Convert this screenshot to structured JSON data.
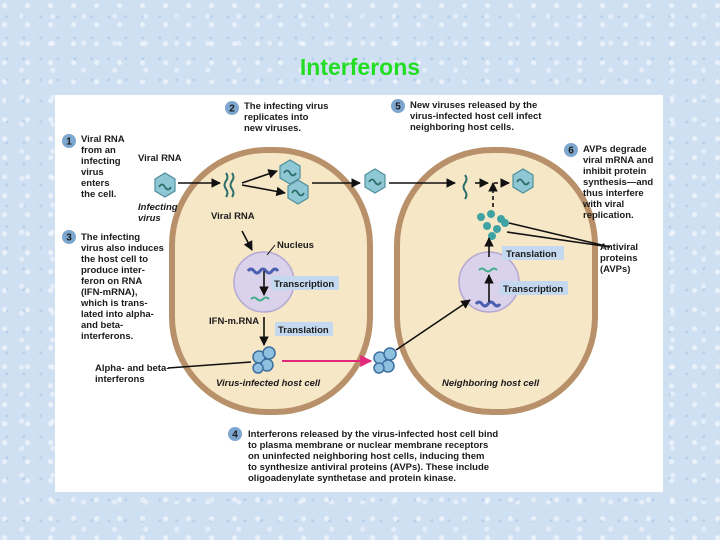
{
  "title": "Interferons",
  "step_numbers": [
    "1",
    "2",
    "3",
    "4",
    "5",
    "6"
  ],
  "step1": [
    "Viral RNA",
    "from an",
    "infecting",
    "virus",
    "enters",
    "the cell."
  ],
  "step2": [
    "The infecting virus",
    "replicates into",
    "new viruses."
  ],
  "step3": [
    "The infecting",
    "virus also induces",
    "the host  cell to",
    "produce inter-",
    "feron on RNA",
    "(IFN-mRNA),",
    "which is trans-",
    "lated into alpha-",
    "and beta-",
    "interferons."
  ],
  "step4": [
    "Interferons released by the virus-infected host cell bind",
    "to plasma membrane or nuclear membrane receptors",
    "on uninfected neighboring host cells, inducing them",
    "to synthesize antiviral proteins (AVPs). These include",
    "oligoadenylate synthetase and protein kinase."
  ],
  "step5": [
    "New viruses released by the",
    "virus-infected host cell infect",
    "neighboring host cells."
  ],
  "step6": [
    "AVPs degrade",
    "viral mRNA and",
    "inhibit protein",
    "synthesis—and",
    "thus interfere",
    "with viral",
    "replication."
  ],
  "labels": {
    "viral_rna_top": "Viral RNA",
    "infecting_virus": [
      "Infecting",
      "virus"
    ],
    "viral_rna_inside": "Viral RNA",
    "nucleus": "Nucleus",
    "transcription_left": "Transcription",
    "ifn_mrna": "IFN-m.RNA",
    "translation_left": "Translation",
    "alpha_beta": [
      "Alpha- and beta-",
      "interferons"
    ],
    "infected_cell": "Virus-infected host cell",
    "neighbor_cell": "Neighboring host cell",
    "translation_right": "Translation",
    "transcription_right": "Transcription",
    "antiviral": [
      "Antiviral",
      "proteins",
      "(AVPs)"
    ]
  },
  "colors": {
    "title": "#22dd22",
    "cell_fill": "#f6e7c6",
    "cell_border": "#b8916a",
    "nucleus_fill": "#d9d2ea",
    "label_box": "#c4d9ef",
    "step_circle": "#7da7cf",
    "virus": "#8fc8d4",
    "interferon_arrow": "#e0297a"
  }
}
